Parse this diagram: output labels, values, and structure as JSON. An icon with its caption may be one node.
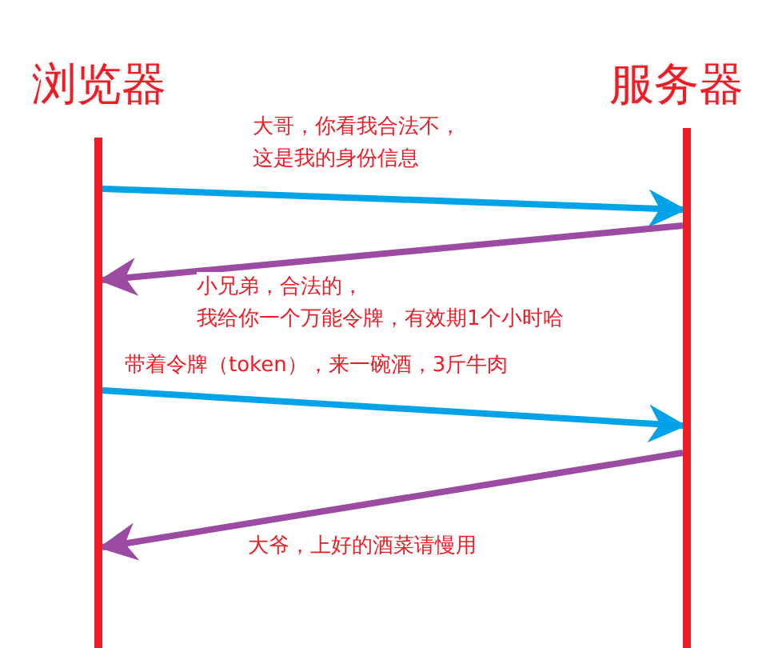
{
  "diagram": {
    "nodes": [
      {
        "text": [
          "浏览器"
        ]
      },
      {
        "text": [
          "服务器"
        ]
      },
      {
        "text": [],
        "shape": "bar"
      },
      {
        "text": [],
        "shape": "bar"
      }
    ],
    "edges": [
      {
        "from": 2,
        "to": 3,
        "arrow": "to",
        "label": "大哥，你看我合法不，这是我的身份信息",
        "color": "#00a2e8"
      },
      {
        "from": 3,
        "to": 2,
        "arrow": "to",
        "label": "小兄弟，合法的，我给你一个万能令牌，有效期1个小时哈",
        "color": "#9c4ba3"
      },
      {
        "from": 2,
        "to": 3,
        "arrow": "to",
        "label": "带着令牌（token），来一碗酒，3斤牛肉",
        "color": "#00a2e8"
      },
      {
        "from": 3,
        "to": 2,
        "arrow": "to",
        "label": "大爷，上好的酒菜请慢用",
        "color": "#9c4ba3"
      }
    ]
  }
}
